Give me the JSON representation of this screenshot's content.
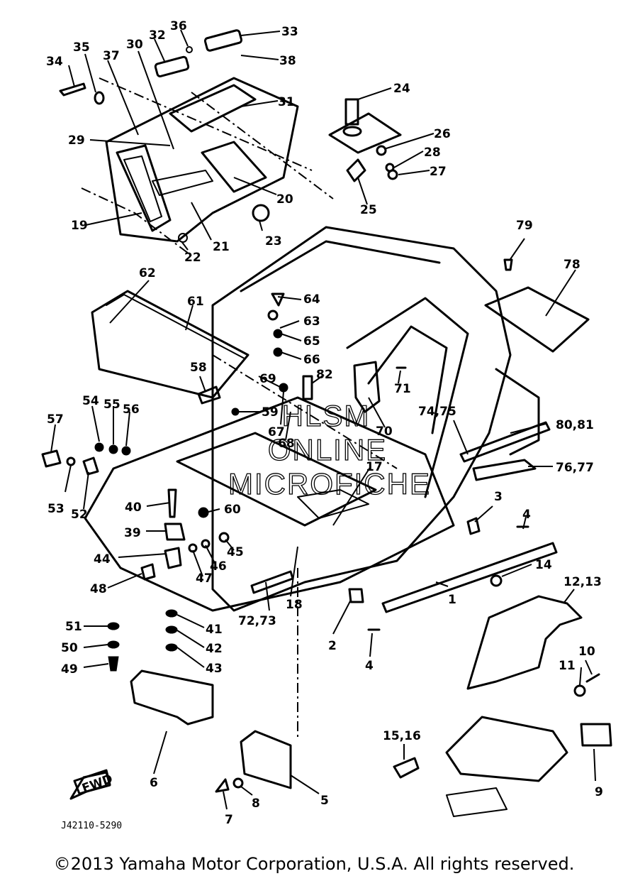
{
  "diagram": {
    "catalog_code": "J42110-5290",
    "direction_arrow_label": "FWD",
    "watermark_lines": [
      "HLSM",
      "ONLINE",
      "MICROFICHE"
    ],
    "callouts": [
      "1",
      "2",
      "3",
      "4",
      "4",
      "5",
      "6",
      "7",
      "8",
      "9",
      "10",
      "11",
      "12,13",
      "14",
      "15,16",
      "17",
      "18",
      "19",
      "20",
      "21",
      "22",
      "23",
      "24",
      "25",
      "26",
      "27",
      "28",
      "29",
      "30",
      "31",
      "32",
      "33",
      "34",
      "35",
      "36",
      "37",
      "38",
      "39",
      "40",
      "41",
      "42",
      "43",
      "44",
      "45",
      "46",
      "47",
      "48",
      "49",
      "50",
      "51",
      "52",
      "53",
      "54",
      "55",
      "56",
      "57",
      "58",
      "59",
      "60",
      "61",
      "62",
      "63",
      "64",
      "65",
      "66",
      "67",
      "68",
      "69",
      "70",
      "71",
      "72,73",
      "74,75",
      "76,77",
      "78",
      "79",
      "80,81",
      "82"
    ]
  },
  "footer": {
    "copyright": "©2013 Yamaha Motor Corporation, U.S.A. All rights reserved."
  }
}
